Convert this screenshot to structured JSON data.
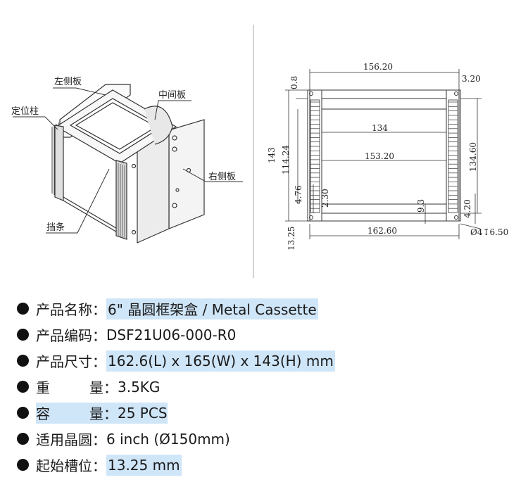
{
  "perspective_labels": {
    "left_side_panel": "左侧板",
    "middle_plate": "中间板",
    "locating_post": "定位柱",
    "right_side_panel": "右侧板",
    "retaining_bar": "挡条"
  },
  "dimensions": {
    "top_width": "156.20",
    "top_offset": "0.8",
    "top_right": "3.20",
    "inner_width": "134",
    "mid_width": "153.20",
    "bottom_width": "162.60",
    "overall_height": "143",
    "inner_height": "114.24",
    "right_height": "134.60",
    "left_small": "4.76",
    "left_small_2": "2.30",
    "bottom_small": "9.3",
    "right_small": "4.20",
    "first_slot": "13.25",
    "hole_callout": "Ø4↧6.50"
  },
  "specs": [
    {
      "key": "产品名称",
      "colon": "：",
      "value": "6\" 晶圆框架盒 / Metal Cassette",
      "highlight": true
    },
    {
      "key": "产品编码",
      "colon": "：",
      "value": "DSF21U06-000-R0",
      "highlight": false
    },
    {
      "key": "产品尺寸",
      "colon": "：",
      "value": "162.6(L) x 165(W) x 143(H) mm",
      "highlight": true
    },
    {
      "key": "重 量",
      "key_a": "重",
      "key_b": "量",
      "colon": "：",
      "value": "3.5KG",
      "highlight": false
    },
    {
      "key": "容 量",
      "key_a": "容",
      "key_b": "量",
      "colon": "：",
      "value": "25 PCS",
      "highlight": true
    },
    {
      "key": "适用晶圆",
      "colon": "：",
      "value": "6 inch (Ø150mm)",
      "highlight": false
    },
    {
      "key": "起始槽位",
      "colon": "：",
      "value": "13.25 mm",
      "highlight": true
    }
  ],
  "colors": {
    "highlight": "#cfe5f8",
    "line": "#333333"
  }
}
